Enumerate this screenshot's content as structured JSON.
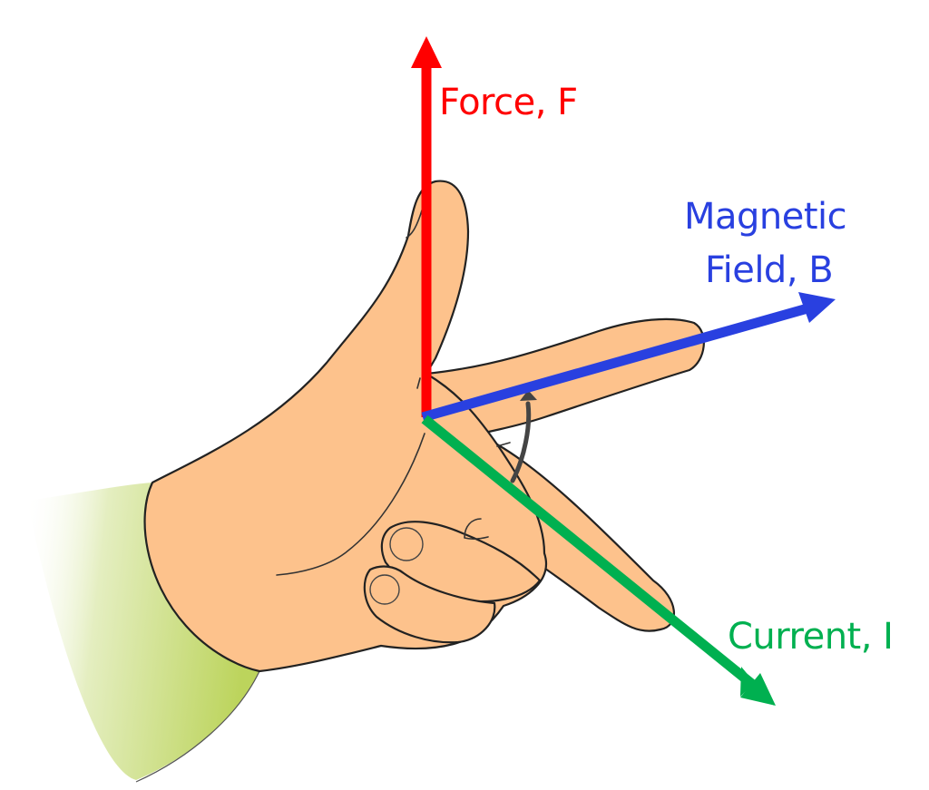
{
  "diagram": {
    "title": "Fleming's Left-Hand Rule",
    "labels": {
      "force": "Force, F",
      "field_line1": "Magnetic",
      "field_line2": "Field, B",
      "current": "Current, I"
    },
    "colors": {
      "force": "#ff0000",
      "field": "#2940e0",
      "current": "#00b050",
      "skin": "#fdc28c",
      "sleeve": "#c3d86a",
      "rotation_arrow": "#444444"
    },
    "vectors": [
      {
        "name": "force",
        "symbol": "F",
        "finger": "thumb",
        "direction": "up"
      },
      {
        "name": "magnetic-field",
        "symbol": "B",
        "finger": "index finger",
        "direction": "right, slightly up"
      },
      {
        "name": "current",
        "symbol": "I",
        "finger": "middle finger",
        "direction": "down-right"
      }
    ]
  }
}
